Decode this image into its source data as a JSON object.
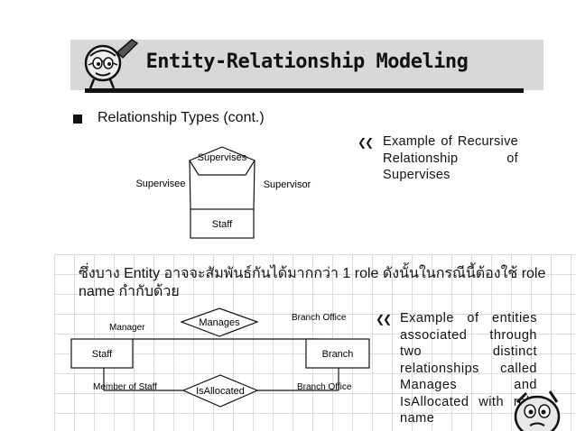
{
  "slide": {
    "title": "Entity-Relationship Modeling",
    "subheading": "Relationship Types (cont.)"
  },
  "recursive_diagram": {
    "relationship": "Supervises",
    "entity": "Staff",
    "left_role": "Supervisee",
    "right_role": "Supervisor"
  },
  "note_recursive": {
    "marker": "❮❮",
    "text": "Example of Recursive Relationship of Supervises"
  },
  "thai_text": "ซึ่งบาง Entity อาจจะสัมพันธ์กันได้มากกว่า 1 role ดังนั้นในกรณีนี้ต้องใช้ role name กำกับด้วย",
  "multi_diagram": {
    "entity_left": "Staff",
    "entity_right": "Branch",
    "rel_top": "Manages",
    "rel_bottom": "IsAllocated",
    "role_top_left": "Manager",
    "role_top_right": "Branch Office",
    "role_bottom_left": "Member of Staff",
    "role_bottom_right": "Branch Office"
  },
  "note_multi": {
    "marker": "❮❮",
    "text": "Example of entities associated through two distinct relationships called Manages and IsAllocated with role name"
  },
  "icons": [
    "cartoon-ball-mascot-icon",
    "worried-face-mascot-icon"
  ]
}
